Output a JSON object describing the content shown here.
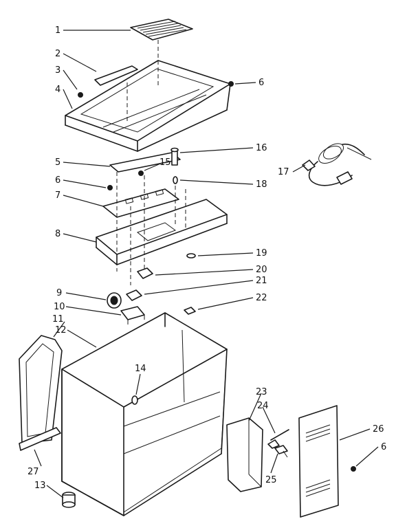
{
  "callouts": [
    {
      "id": "1",
      "label": "1"
    },
    {
      "id": "2",
      "label": "2"
    },
    {
      "id": "3",
      "label": "3"
    },
    {
      "id": "4",
      "label": "4"
    },
    {
      "id": "5",
      "label": "5"
    },
    {
      "id": "6a",
      "label": "6"
    },
    {
      "id": "6b",
      "label": "6"
    },
    {
      "id": "6c",
      "label": "6"
    },
    {
      "id": "7",
      "label": "7"
    },
    {
      "id": "8",
      "label": "8"
    },
    {
      "id": "9",
      "label": "9"
    },
    {
      "id": "10",
      "label": "10"
    },
    {
      "id": "11",
      "label": "11"
    },
    {
      "id": "12",
      "label": "12"
    },
    {
      "id": "13",
      "label": "13"
    },
    {
      "id": "14",
      "label": "14"
    },
    {
      "id": "15",
      "label": "15"
    },
    {
      "id": "16",
      "label": "16"
    },
    {
      "id": "17",
      "label": "17"
    },
    {
      "id": "18",
      "label": "18"
    },
    {
      "id": "19",
      "label": "19"
    },
    {
      "id": "20",
      "label": "20"
    },
    {
      "id": "21",
      "label": "21"
    },
    {
      "id": "22",
      "label": "22"
    },
    {
      "id": "23",
      "label": "23"
    },
    {
      "id": "24",
      "label": "24"
    },
    {
      "id": "25",
      "label": "25"
    },
    {
      "id": "26",
      "label": "26"
    },
    {
      "id": "27",
      "label": "27"
    }
  ]
}
